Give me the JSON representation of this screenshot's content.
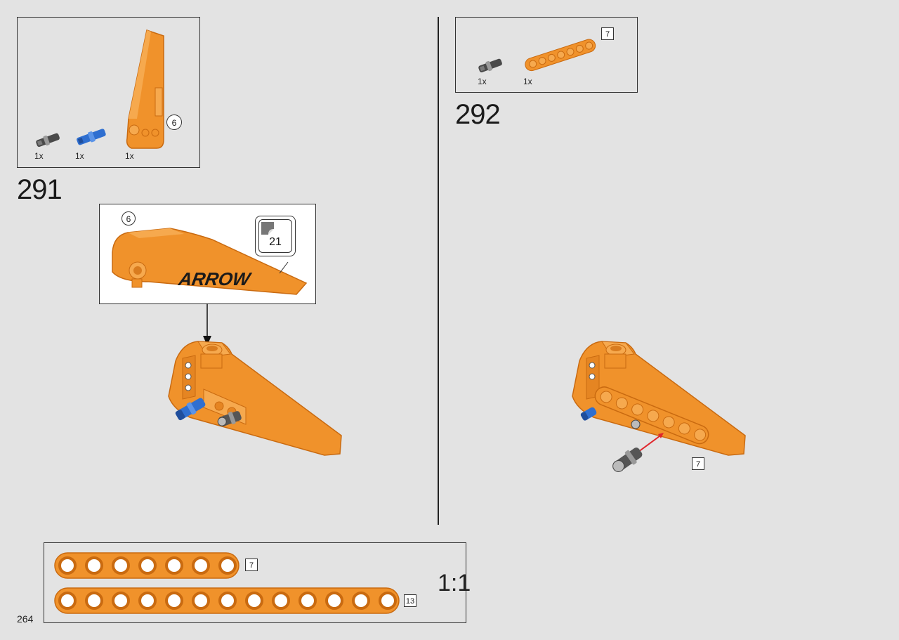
{
  "page": {
    "number": "264"
  },
  "colors": {
    "orange": "#f0922b",
    "orange_dark": "#c96a10",
    "blue": "#2f6fd0",
    "gray_pin": "#5a5a5a",
    "red_arrow": "#e0262c"
  },
  "step291": {
    "number": "291",
    "parts": [
      {
        "qty": "1x",
        "icon": "gray-pin-icon"
      },
      {
        "qty": "1x",
        "icon": "blue-axle-pin-icon"
      },
      {
        "qty": "1x",
        "icon": "orange-panel-icon"
      }
    ],
    "callout_part_ref": "6",
    "sticker_part_ref": "6",
    "sticker_number": "21",
    "sticker_text": "ARROW"
  },
  "step292": {
    "number": "292",
    "parts": [
      {
        "qty": "1x",
        "icon": "gray-pin-icon"
      },
      {
        "qty": "1x",
        "icon": "orange-beam-icon"
      }
    ],
    "beam_length": "7",
    "model_beam_length": "7"
  },
  "scale_guide": {
    "label": "1:1",
    "beams": [
      {
        "length": "7",
        "holes": 7
      },
      {
        "length": "13",
        "holes": 13
      }
    ]
  }
}
